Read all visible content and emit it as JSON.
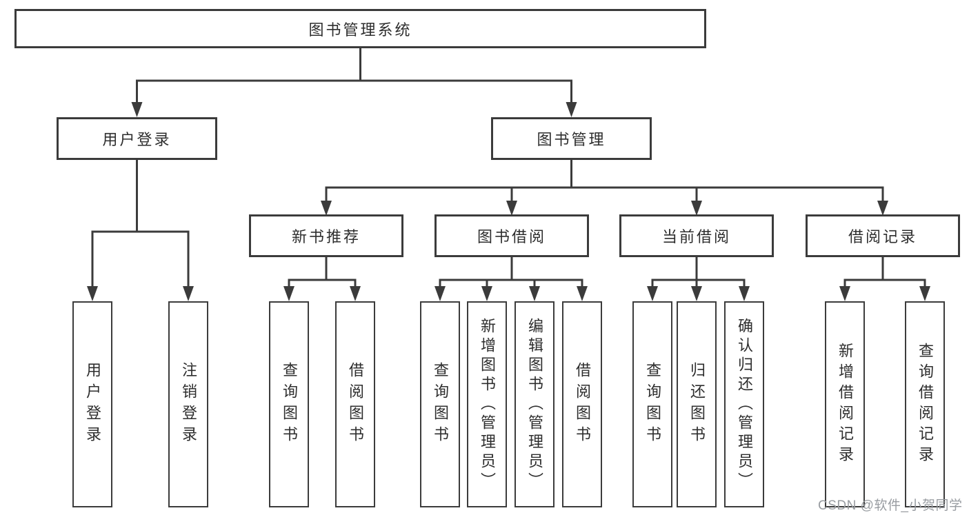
{
  "diagram": {
    "root": {
      "label": "图书管理系统"
    },
    "level1": [
      {
        "label": "用户登录"
      },
      {
        "label": "图书管理"
      }
    ],
    "level2": [
      {
        "label": "新书推荐"
      },
      {
        "label": "图书借阅"
      },
      {
        "label": "当前借阅"
      },
      {
        "label": "借阅记录"
      }
    ],
    "leaves": [
      {
        "label": "用户登录"
      },
      {
        "label": "注销登录"
      },
      {
        "label": "查询图书"
      },
      {
        "label": "借阅图书"
      },
      {
        "label": "查询图书"
      },
      {
        "label": "新增图书（管理员）"
      },
      {
        "label": "编辑图书（管理员）"
      },
      {
        "label": "借阅图书"
      },
      {
        "label": "查询图书"
      },
      {
        "label": "归还图书"
      },
      {
        "label": "确认归还（管理员）"
      },
      {
        "label": "新增借阅记录"
      },
      {
        "label": "查询借阅记录"
      }
    ]
  },
  "watermark": {
    "text": "CSDN @软件_小贺同学"
  },
  "colors": {
    "line": "#3b3b3b",
    "text": "#2d2d2d",
    "watermark": "#989ca1",
    "background": "#ffffff"
  }
}
